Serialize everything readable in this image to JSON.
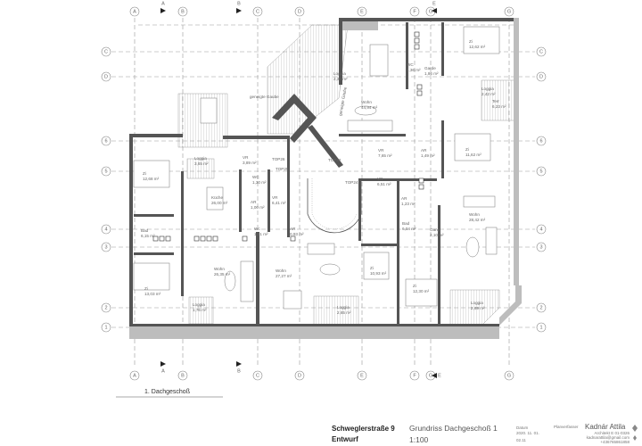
{
  "grid": {
    "columns": [
      "A",
      "B",
      "C",
      "D",
      "E",
      "F",
      "G",
      "G"
    ],
    "rows": [
      "C",
      "D",
      "6",
      "5",
      "4",
      "3",
      "2",
      "1"
    ],
    "sections": [
      "A",
      "B",
      "E",
      "A",
      "B",
      "E"
    ]
  },
  "rooms": [
    {
      "name": "Zi",
      "area": "12,68 m²"
    },
    {
      "name": "Loggia",
      "area": "3,65 m²"
    },
    {
      "name": "VR",
      "area": "3,89 m²"
    },
    {
      "name": "WC",
      "area": "1,30 m²"
    },
    {
      "name": "Küche",
      "area": "26,00 m²"
    },
    {
      "name": "AR",
      "area": "1,00 m²"
    },
    {
      "name": "VR",
      "area": "6,41 m²"
    },
    {
      "name": "Wc",
      "area": "1,51 m²"
    },
    {
      "name": "AR",
      "area": "0,93 m²"
    },
    {
      "name": "Bad",
      "area": "6,15 m²"
    },
    {
      "name": "Wohn",
      "area": "26,35 m²"
    },
    {
      "name": "Zi",
      "area": "13,03 m²"
    },
    {
      "name": "Loggia",
      "area": "1,76 m²"
    },
    {
      "name": "Wohn",
      "area": "27,27 m²"
    },
    {
      "name": "Zi",
      "area": "10,93 m²"
    },
    {
      "name": "Loggia",
      "area": "2,65 m²"
    },
    {
      "name": "VR",
      "area": "7,65 m²"
    },
    {
      "name": "VR",
      "area": "6,51 m²"
    },
    {
      "name": "Zi",
      "area": "12,62 m²"
    },
    {
      "name": "WC",
      "area": "1,36 m²"
    },
    {
      "name": "Garde",
      "area": "1,86 m²"
    },
    {
      "name": "Loggia",
      "area": "2,30 m²"
    },
    {
      "name": "Wohn",
      "area": "44,94 m²"
    },
    {
      "name": "Zi",
      "area": "11,62 m²"
    },
    {
      "name": "AR",
      "area": "1,49 m²"
    },
    {
      "name": "Loggia",
      "area": "2,42 m²"
    },
    {
      "name": "Terr",
      "area": "6,23 m²"
    },
    {
      "name": "AR",
      "area": "1,23 m²"
    },
    {
      "name": "Bad",
      "area": "6,04 m²"
    },
    {
      "name": "Gang",
      "area": "2,10 m²"
    },
    {
      "name": "Wohn",
      "area": "28,42 m²"
    },
    {
      "name": "Zi",
      "area": "12,30 m²"
    },
    {
      "name": "Loggia",
      "area": "2,69 m²"
    }
  ],
  "tops": [
    "TOP26",
    "TOP25",
    "TOP22",
    "TOP24"
  ],
  "annotations": {
    "gaube": "geneigte Gaube",
    "gaube2": "geneigte Gaube"
  },
  "floor_label": "1. Dachgeschoß",
  "title_block": {
    "project": "Schweglerstraße 9",
    "status": "Entwurf",
    "drawing": "Grundriss Dachgeschoß 1",
    "scale": "1:100",
    "date_label": "Datum",
    "date": "2020. 11. 01.",
    "version": "02.11",
    "planner_label": "Planverfasser",
    "architect": "Kadnár Attila",
    "architect_title": "Architekt E 01-0326",
    "email": "kadnarattila@gmail.com",
    "phone": "+436765861858"
  }
}
